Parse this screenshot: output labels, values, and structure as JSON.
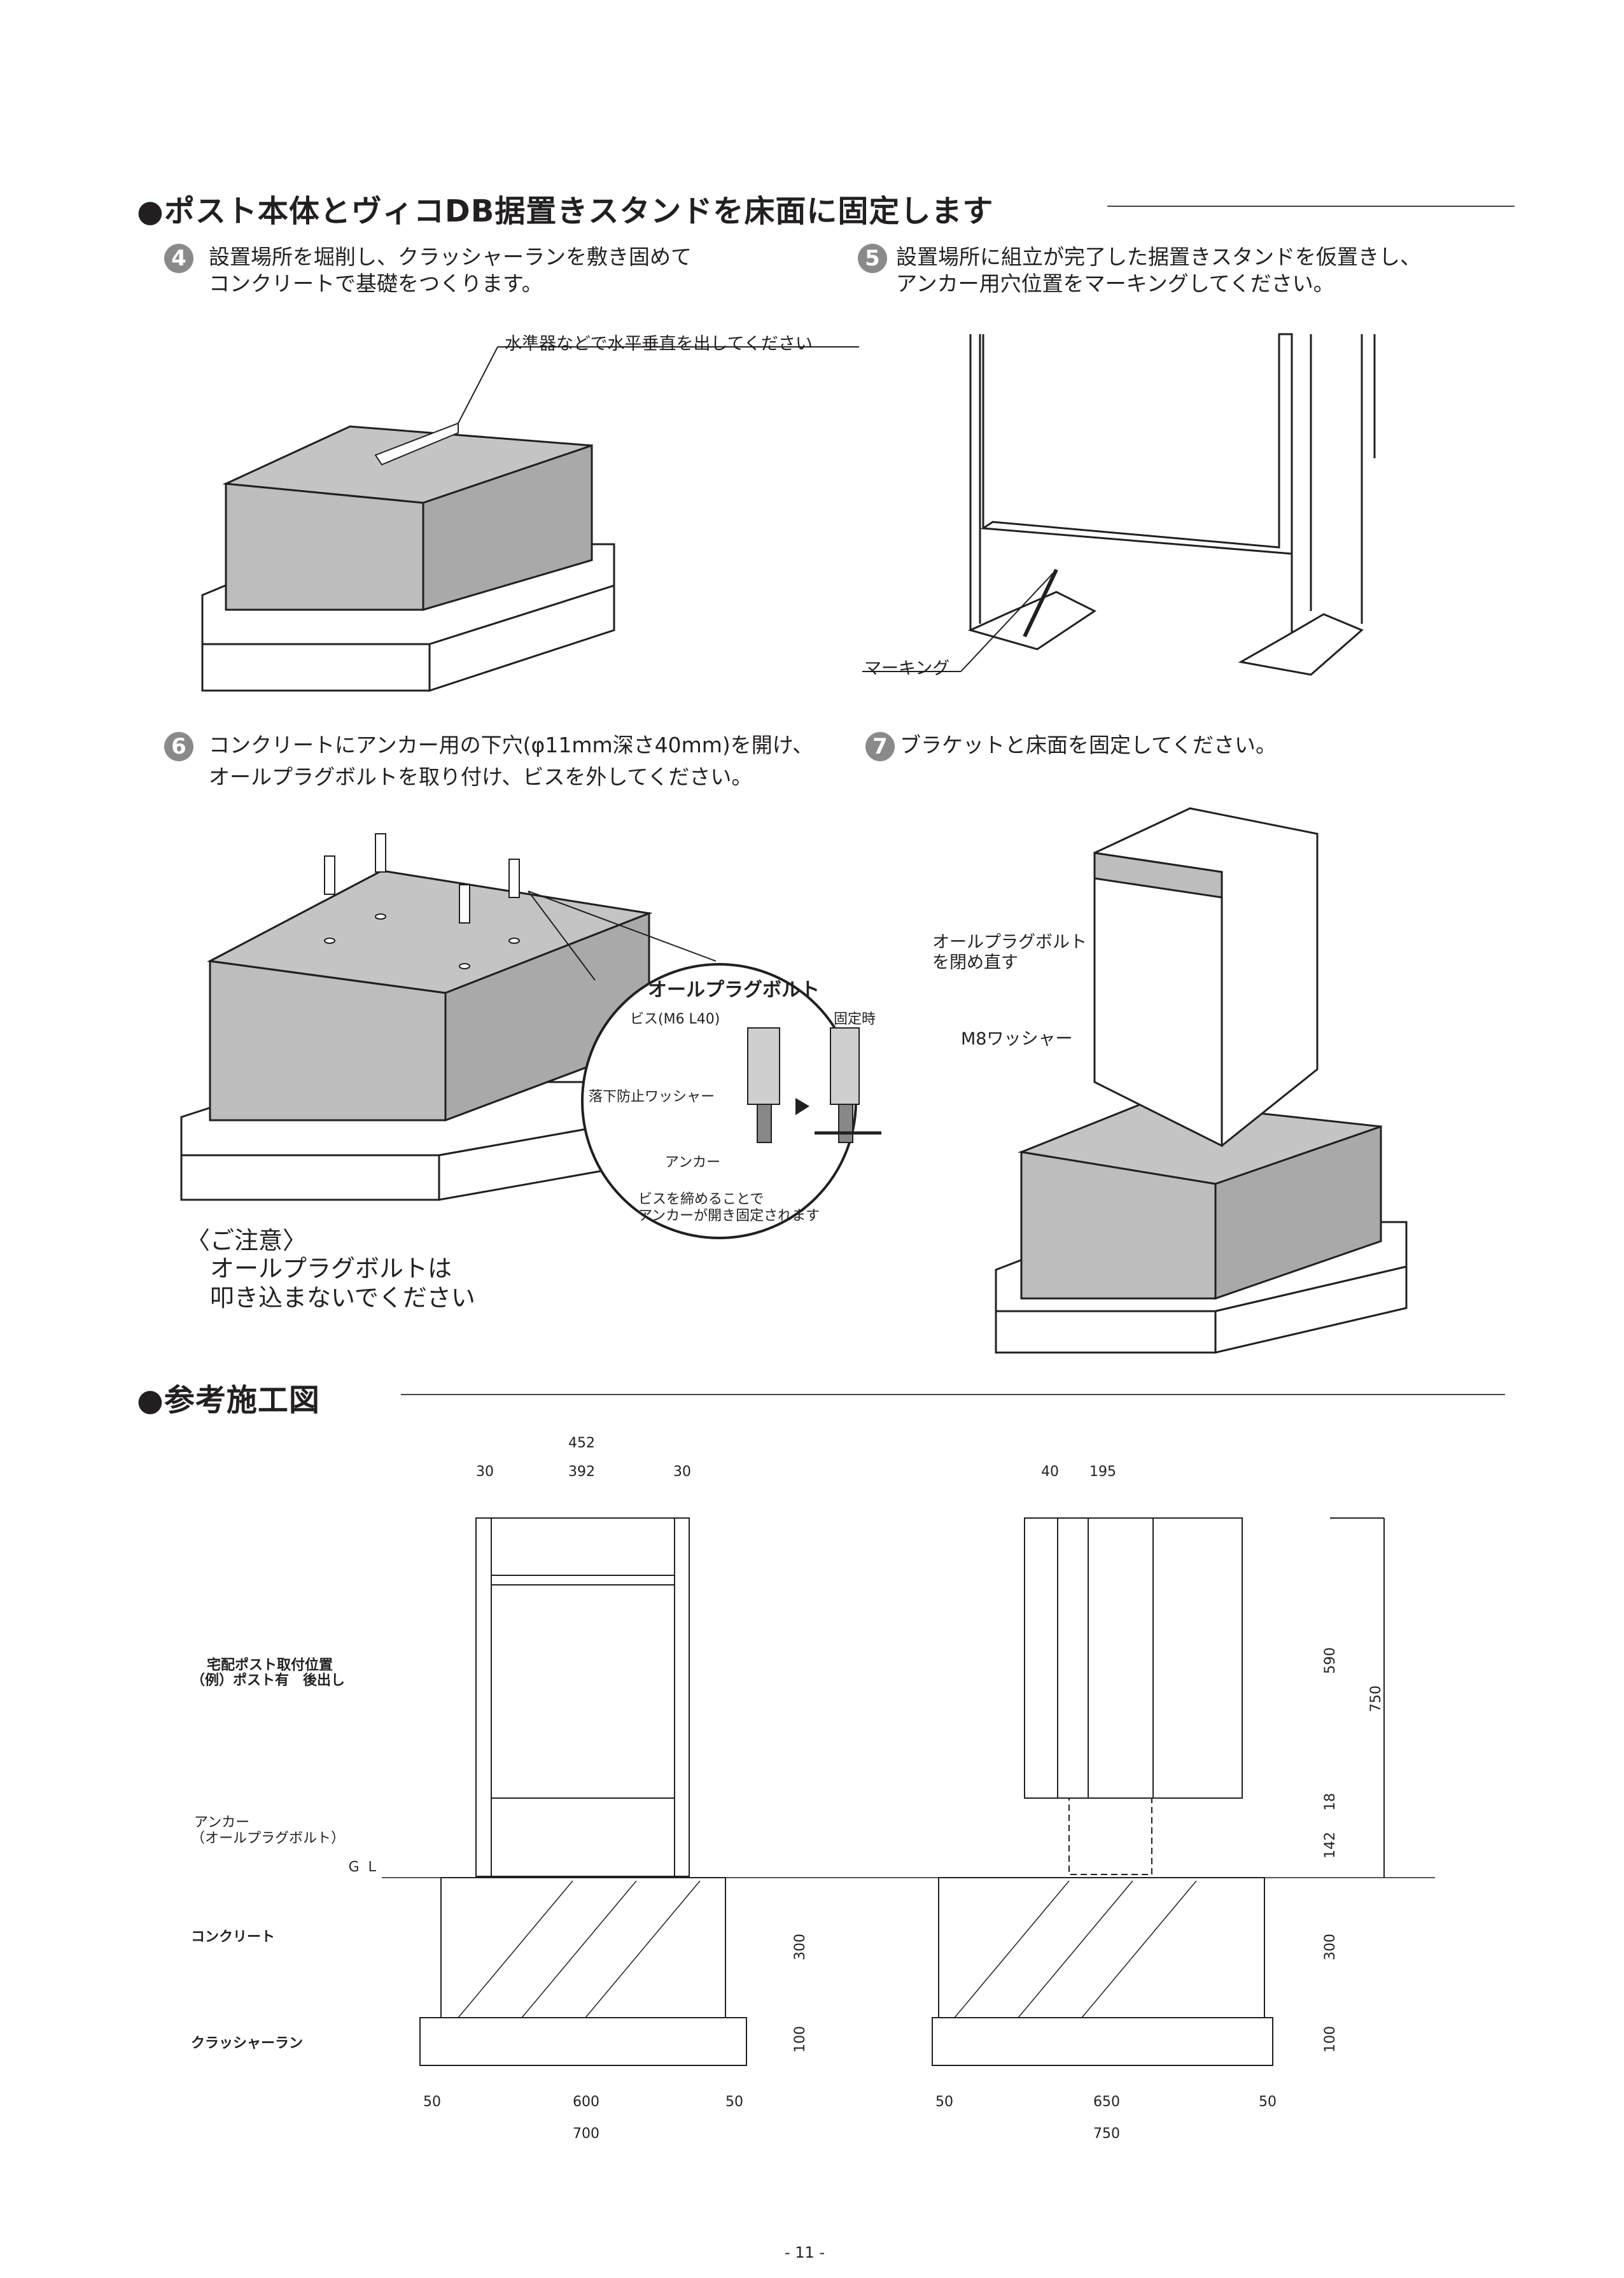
{
  "section1": {
    "title": "●ポスト本体とヴィコDB据置きスタンドを床面に固定します",
    "steps": [
      {
        "num": "4",
        "line1": "設置場所を堀削し、クラッシャーランを敷き固めて",
        "line2": "コンクリートで基礎をつくります。"
      },
      {
        "num": "5",
        "line1": "設置場所に組立が完了した据置きスタンドを仮置きし、",
        "line2": "アンカー用穴位置をマーキングしてください。"
      },
      {
        "num": "6",
        "line1": "コンクリートにアンカー用の下穴(φ11mm深さ40mm)を開け、",
        "line2": "オールプラグボルトを取り付け、ビスを外してください。"
      },
      {
        "num": "7",
        "line1": "ブラケットと床面を固定してください。",
        "line2": ""
      }
    ],
    "labels": {
      "level": "水準器などで水平垂直を出してください",
      "marking": "マーキング",
      "detail_title": "オールプラグボルト",
      "screw": "ビス(M6 L40)",
      "fixed": "固定時",
      "washer_drop": "落下防止ワッシャー",
      "anchor": "アンカー",
      "detail_note1": "ビスを締めることで",
      "detail_note2": "アンカーが開き固定されます",
      "caution_title": "〈ご注意〉",
      "caution1": "オールプラグボルトは",
      "caution2": "叩き込まないでください",
      "refasten1": "オールプラグボルト",
      "refasten2": "を閉め直す",
      "m8washer": "M8ワッシャー"
    }
  },
  "section2": {
    "title": "●参考施工図",
    "labels": {
      "post_pos1": "宅配ポスト取付位置",
      "post_pos2": "（例）ポスト有　後出し",
      "anchor1": "アンカー",
      "anchor2": "（オールプラグボルト）",
      "gl": "Ｇ Ｌ",
      "concrete": "コンクリート",
      "crusher": "クラッシャーラン"
    },
    "front_dims": {
      "total": "452",
      "left": "30",
      "mid": "392",
      "right": "30",
      "b_left": "50",
      "b_mid": "600",
      "b_right": "50",
      "b_total": "700",
      "h_conc": "300",
      "h_crush": "100"
    },
    "side_dims": {
      "left": "40",
      "mid": "195",
      "h590": "590",
      "h750": "750",
      "h18": "18",
      "h142": "142",
      "h_conc": "300",
      "h_crush": "100",
      "b_left": "50",
      "b_mid": "650",
      "b_right": "50",
      "b_total": "750"
    }
  },
  "page_number": "- 11 -"
}
